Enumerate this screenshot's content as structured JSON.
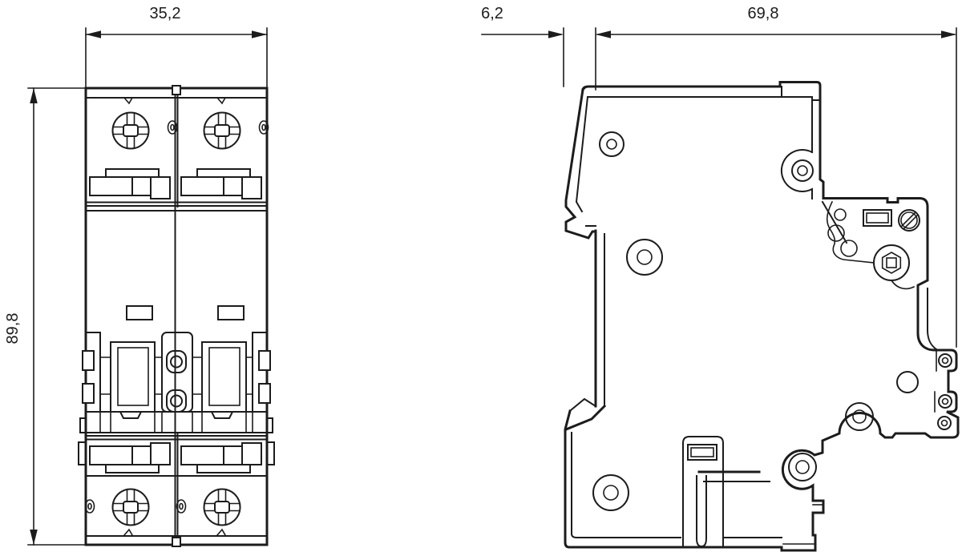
{
  "page": {
    "background": "#ffffff",
    "line_color": "#1c1c1c",
    "description": "Technical dimension drawing of a 2-pole miniature circuit breaker, front view and side view"
  },
  "front_view": {
    "width_dim_label": "35,2",
    "height_dim_label": "89,8"
  },
  "side_view": {
    "offset_dim_label": "6,2",
    "depth_dim_label": "69,8"
  }
}
